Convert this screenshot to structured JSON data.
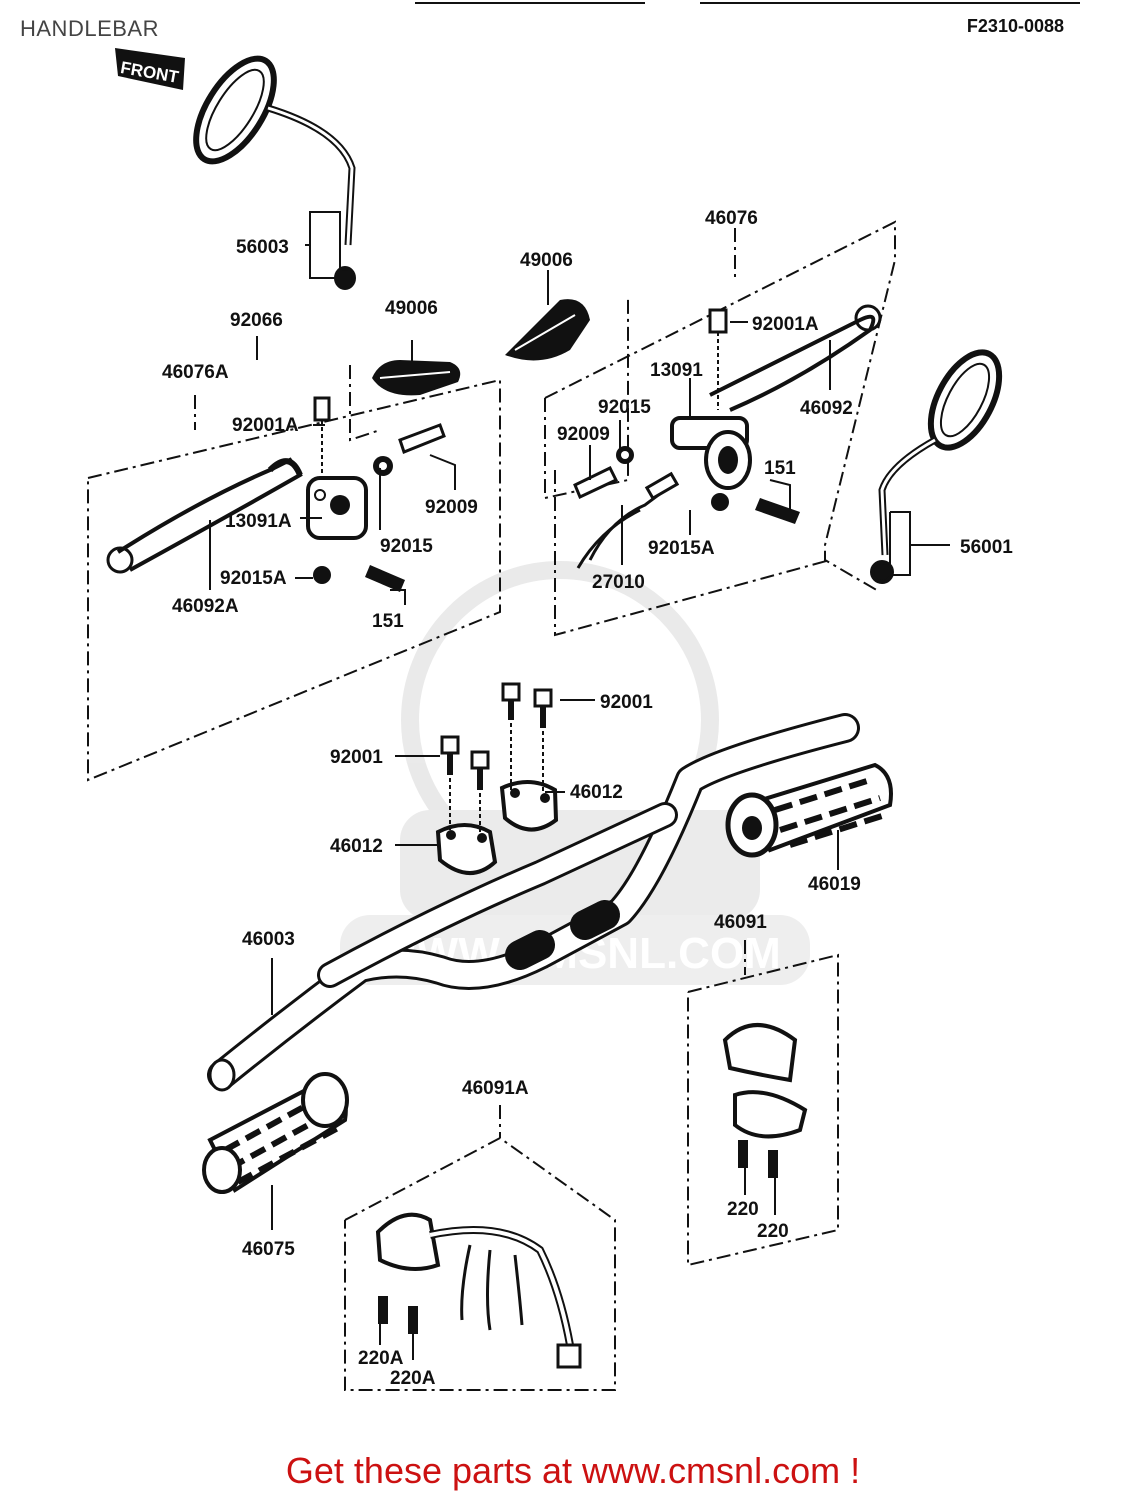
{
  "header": {
    "title": "HANDLEBAR",
    "diagram_code": "F2310-0088",
    "front_tag": "FRONT"
  },
  "watermark": "WWW.CMSNL.COM",
  "parts": {
    "p56003": "56003",
    "p92066": "92066",
    "p46076A": "46076A",
    "p49006_l": "49006",
    "p49006_r": "49006",
    "p46076": "46076",
    "p92001A_l": "92001A",
    "p92001A_r": "92001A",
    "p13091A": "13091A",
    "p13091": "13091",
    "p92015_l": "92015",
    "p92015_r": "92015",
    "p92009_l": "92009",
    "p92009_r": "92009",
    "p92015A_l": "92015A",
    "p92015A_r": "92015A",
    "p151_l": "151",
    "p151_r": "151",
    "p46092A": "46092A",
    "p46092": "46092",
    "p27010": "27010",
    "p56001": "56001",
    "p92001_l": "92001",
    "p92001_r": "92001",
    "p46012_l": "46012",
    "p46012_r": "46012",
    "p46019": "46019",
    "p46003": "46003",
    "p46091": "46091",
    "p46091A": "46091A",
    "p46075": "46075",
    "p220_a": "220",
    "p220_b": "220",
    "p220A_a": "220A",
    "p220A_b": "220A"
  },
  "footer": "Get these parts at www.cmsnl.com !"
}
